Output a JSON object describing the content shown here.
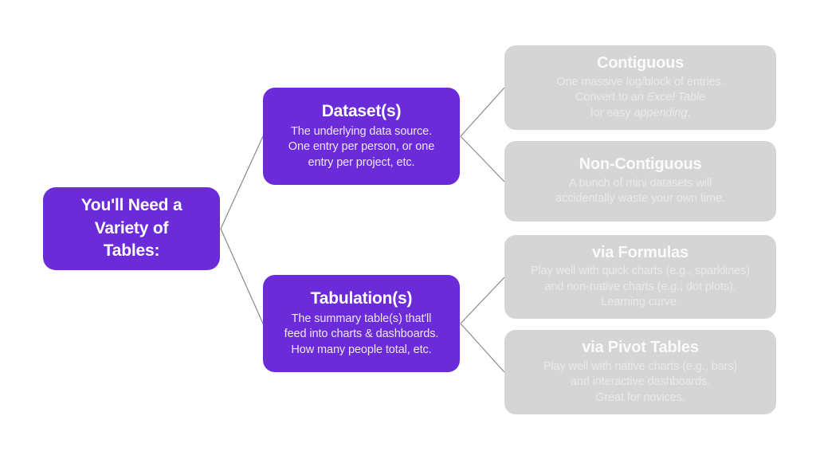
{
  "theme": {
    "background": "#ffffff",
    "accent_purple": "#6B2BD9",
    "leaf_gray": "#D5D5D5",
    "connector_gray": "#8A8A8A",
    "purple_text": "#ffffff",
    "purple_body_text": "#EDE7F8",
    "gray_title_text": "#FAFAFA",
    "gray_body_text": "#E9E9E9"
  },
  "diagram": {
    "type": "mind-map",
    "root": {
      "title": "You'll Need a Variety of Tables:",
      "title_lines": [
        "You'll Need a",
        "Variety of",
        "Tables:"
      ]
    },
    "branches": [
      {
        "id": "dataset",
        "title": "Dataset(s)",
        "desc_lines": [
          "The underlying data source.",
          "One entry per person, or one",
          "entry per project, etc."
        ],
        "leaves": [
          {
            "id": "contiguous",
            "title": "Contiguous",
            "desc_lines": [
              "One massive log/block of entries.",
              "Convert to an Excel Table",
              "for easy appending."
            ],
            "desc_html": "One massive log/block of entries.<br>Convert to an <i>Excel Table</i><br>for easy <i>appending</i>.",
            "italic_terms": [
              "Excel Table",
              "appending"
            ]
          },
          {
            "id": "non-contiguous",
            "title": "Non-Contiguous",
            "desc_lines": [
              "A bunch of mini datasets will",
              "accidentally waste your own time."
            ],
            "desc_html": "A bunch of mini datasets will<br>accidentally waste your own time.",
            "italic_terms": []
          }
        ]
      },
      {
        "id": "tabulation",
        "title": "Tabulation(s)",
        "desc_lines": [
          "The summary table(s) that'll",
          "feed into charts & dashboards.",
          "How many people total, etc."
        ],
        "leaves": [
          {
            "id": "via-formulas",
            "title": "via Formulas",
            "desc_lines": [
              "Play well with quick charts (e.g., sparklines)",
              "and non-native charts (e.g., dot plots).",
              "Learning curve."
            ],
            "desc_html": "Play well with quick charts (e.g., sparklines)<br>and non-native charts (e.g., dot plots).<br>Learning curve.",
            "italic_terms": []
          },
          {
            "id": "via-pivot-tables",
            "title": "via Pivot Tables",
            "desc_lines": [
              "Play well with native charts (e.g., bars)",
              "and interactive dashboards.",
              "Great for novices."
            ],
            "desc_html": "Play well with native charts (e.g., bars)<br>and interactive dashboards.<br>Great for novices.",
            "italic_terms": []
          }
        ]
      }
    ]
  }
}
